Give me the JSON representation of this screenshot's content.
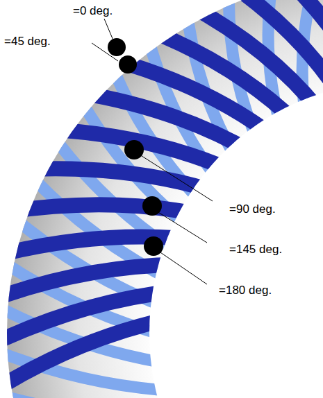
{
  "diagram": {
    "labels": [
      "=0 deg.",
      "=45 deg.",
      "=90 deg.",
      "=145 deg.",
      "=180 deg."
    ]
  }
}
